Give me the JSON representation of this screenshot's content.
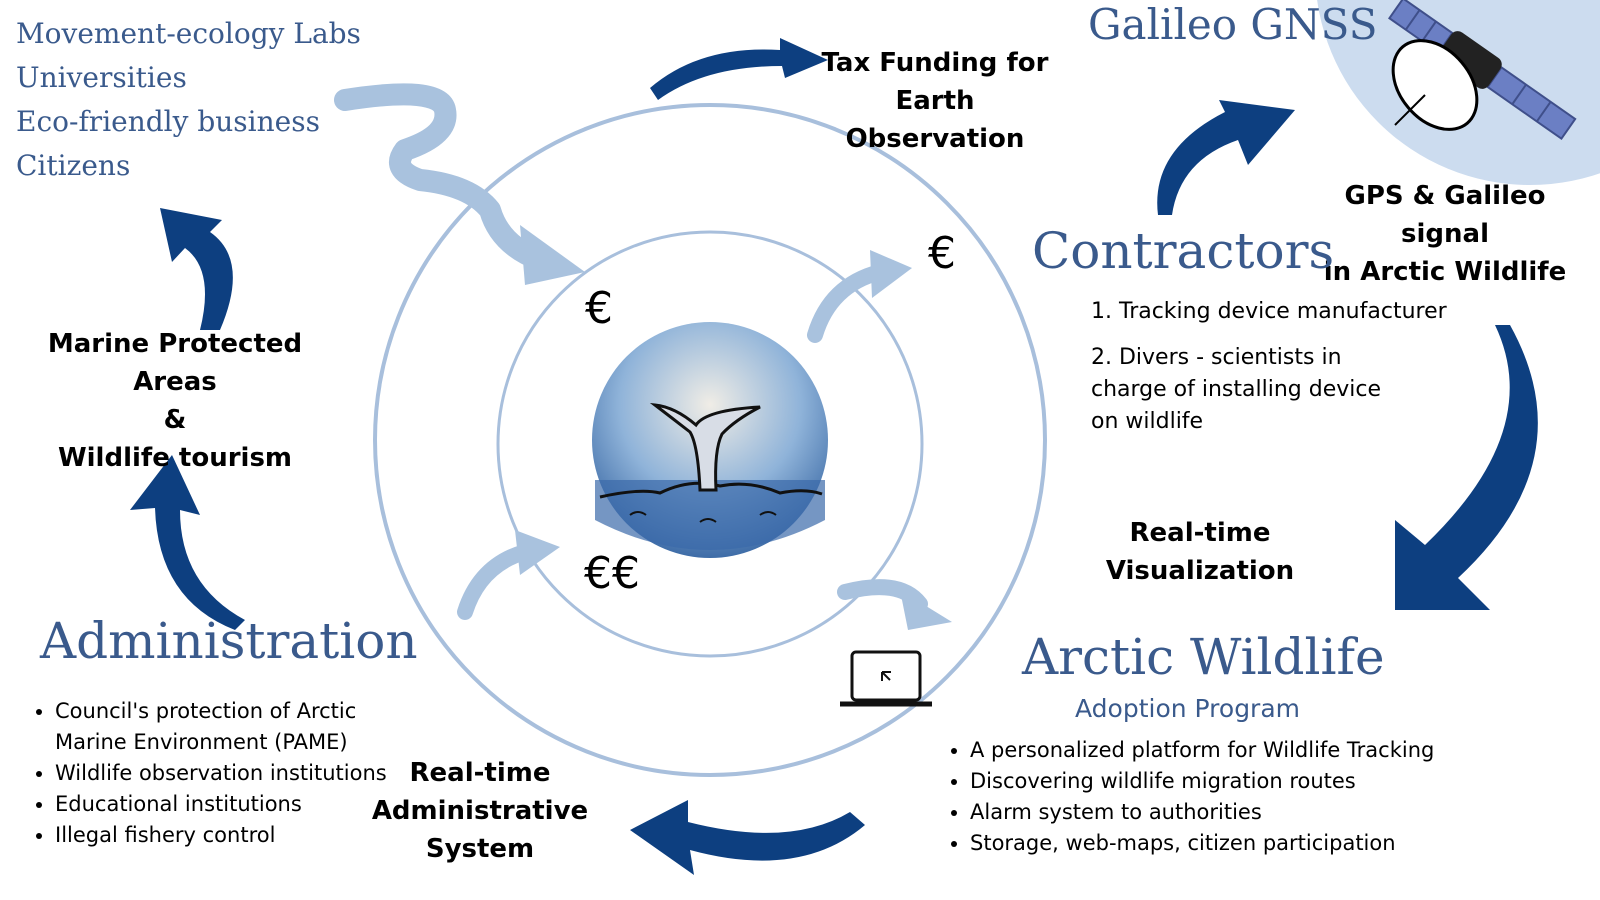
{
  "stakeholders": [
    "Movement-ecology Labs",
    "Universities",
    "Eco-friendly business",
    "Citizens"
  ],
  "tax_funding": [
    "Tax Funding for",
    "Earth Observation"
  ],
  "galileo_title": "Galileo GNSS",
  "gps_signal": [
    "GPS & Galileo signal",
    "in Arctic Wildlife"
  ],
  "contractors": {
    "title": "Contractors",
    "items": [
      "1. Tracking device manufacturer",
      "2. Divers - scientists in",
      "charge of installing device",
      "on wildlife"
    ]
  },
  "mpa": [
    "Marine Protected Areas",
    "&",
    "Wildlife tourism"
  ],
  "realtime_visualization": [
    "Real-time",
    "Visualization"
  ],
  "administration": {
    "title": "Administration",
    "items": [
      "Council's protection of Arctic",
      "Marine Environment (PAME)",
      "Wildlife observation institutions",
      "Educational institutions",
      "Illegal fishery control"
    ]
  },
  "realtime_admin": [
    "Real-time",
    "Administrative",
    "System"
  ],
  "arctic_wildlife": {
    "title": "Arctic Wildlife",
    "subtitle": "Adoption Program",
    "items": [
      "A personalized platform for Wildlife Tracking",
      "Discovering wildlife migration routes",
      "Alarm system to authorities",
      "Storage, web-maps, citizen participation"
    ]
  },
  "currency": {
    "top_left": "€",
    "top_right": "€",
    "bottom_left": "€€"
  },
  "colors": {
    "dark_blue": "#0d3f80",
    "light_blue": "#a9c2de",
    "ring": "#a8bfdc",
    "title_blue": "#3a5a8c"
  }
}
